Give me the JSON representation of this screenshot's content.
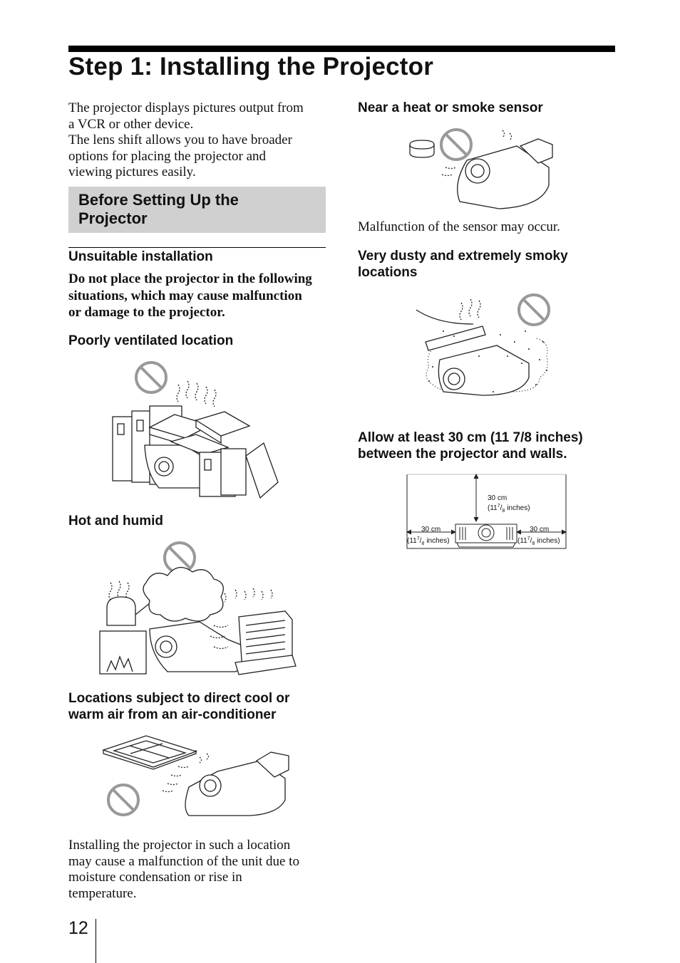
{
  "page": {
    "title": "Step 1: Installing the Projector",
    "page_number": "12"
  },
  "left": {
    "intro": [
      "The projector displays pictures output from",
      "a VCR or other device.",
      "The lens shift allows you to have broader",
      "options for placing the projector and",
      "viewing pictures easily."
    ],
    "section_heading": [
      "Before Setting Up the",
      "Projector"
    ],
    "subheading": "Unsuitable installation",
    "warning": [
      "Do not place the projector in the following",
      "situations, which may cause malfunction",
      "or damage to the projector."
    ],
    "case1": "Poorly ventilated location",
    "case2": "Hot and humid",
    "case3": [
      "Locations subject to direct cool or",
      "warm air from an air-conditioner"
    ],
    "closing": [
      "Installing the projector in such a location",
      "may cause a malfunction of the unit due to",
      "moisture condensation or rise in",
      "temperature."
    ]
  },
  "right": {
    "case4": "Near a heat or smoke sensor",
    "case4_note": "Malfunction of the sensor may occur.",
    "case5": [
      "Very dusty and extremely smoky",
      "locations"
    ],
    "clearance": [
      "Allow at least 30 cm (11 7/8 inches)",
      "between the projector and walls."
    ],
    "diagram": {
      "top_cm": "30 cm",
      "top_in": "(11",
      "left_cm": "30 cm",
      "left_in": "(11",
      "right_cm": "30 cm",
      "right_in": "(11",
      "frac_num": "7",
      "frac_den": "8",
      "inches": "inches)"
    }
  }
}
